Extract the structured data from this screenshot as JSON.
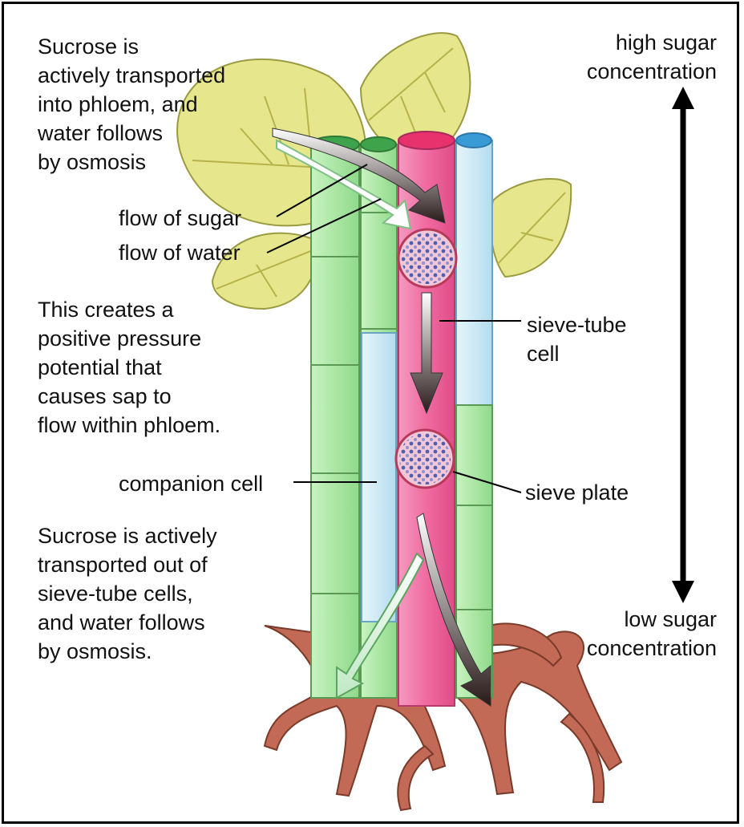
{
  "labels": {
    "sucrose_in": "Sucrose is\nactively transported\ninto phloem, and\nwater follows\nby osmosis",
    "flow_of_sugar": "flow of sugar",
    "flow_of_water": "flow of water",
    "pressure": "This creates a\npositive pressure\npotential that\ncauses sap to\nflow within phloem.",
    "companion_cell": "companion cell",
    "sucrose_out": "Sucrose is actively\ntransported out of\nsieve-tube cells,\nand water follows\nby osmosis.",
    "high_sugar": "high sugar\nconcentration",
    "sieve_tube_cell": "sieve-tube\ncell",
    "sieve_plate": "sieve plate",
    "low_sugar": "low sugar\nconcentration"
  },
  "colors": {
    "leaf": "#e6e68c",
    "leaf_vein": "#b5b34a",
    "xylem_green": "#a8e6a2",
    "companion_blue": "#cfe8f4",
    "sieve_pink": "#f06aa0",
    "root": "#c26a55",
    "plate": "#b83a5a"
  }
}
